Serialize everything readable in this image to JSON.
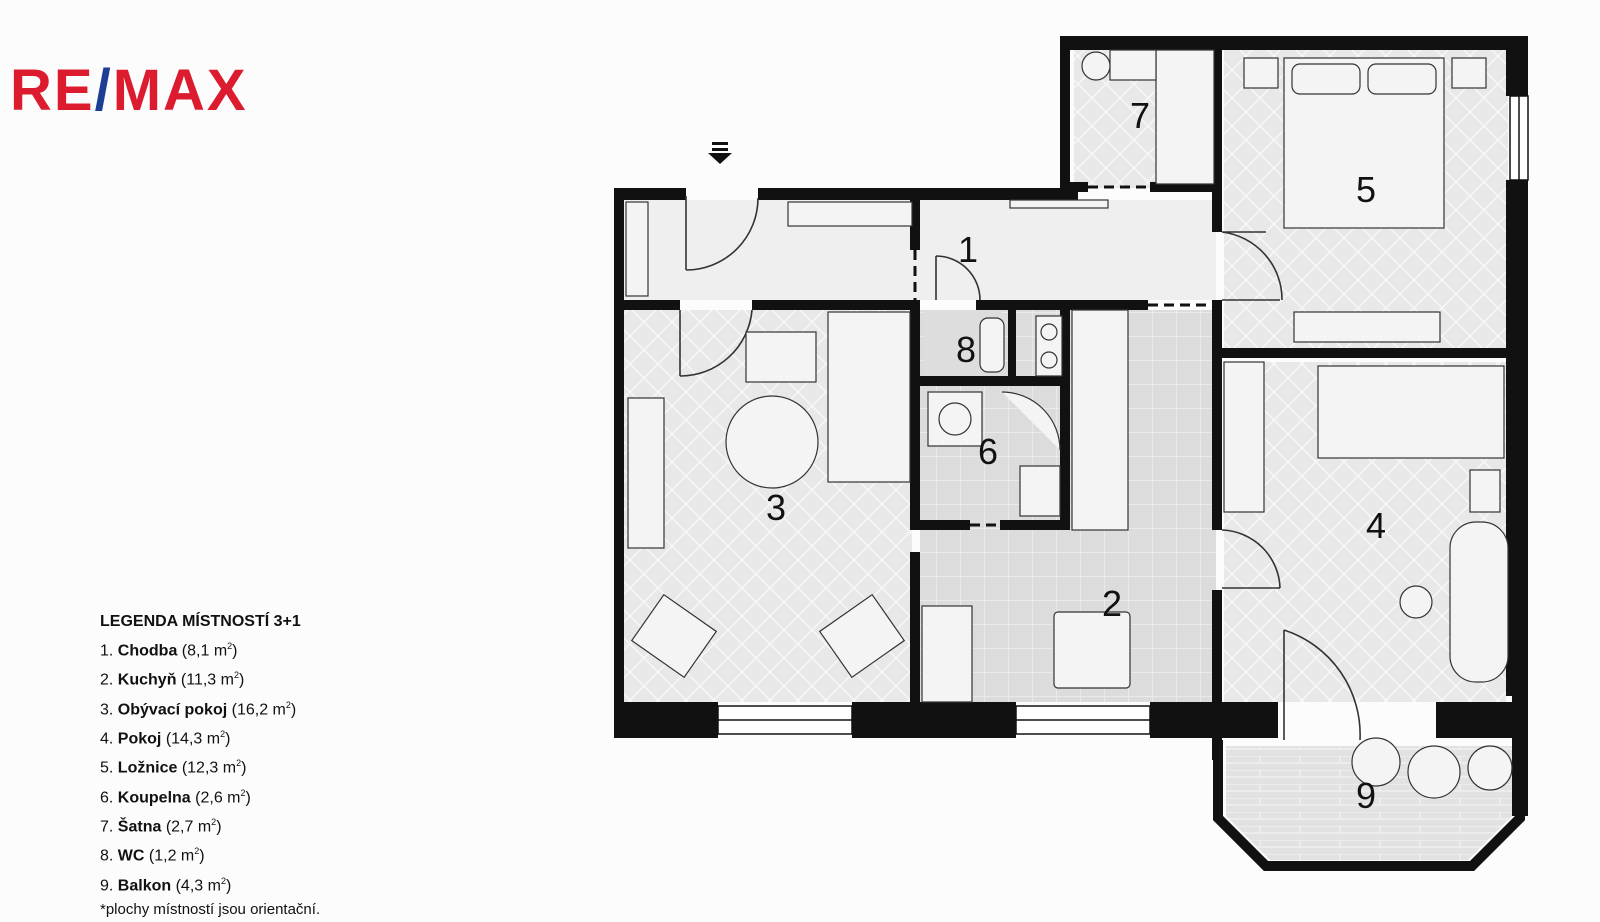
{
  "logo": {
    "left": "RE",
    "slash": "/",
    "right": "MAX"
  },
  "legend": {
    "title": "LEGENDA MÍSTNOSTÍ 3+1",
    "items": [
      {
        "num": "1.",
        "name": "Chodba",
        "area": "(8,1 m",
        "sup": "2",
        "close": ")"
      },
      {
        "num": "2.",
        "name": "Kuchyň",
        "area": "(11,3 m",
        "sup": "2",
        "close": ")"
      },
      {
        "num": "3.",
        "name": "Obývací pokoj",
        "area": "(16,2 m",
        "sup": "2",
        "close": ")"
      },
      {
        "num": "4.",
        "name": "Pokoj",
        "area": "(14,3 m",
        "sup": "2",
        "close": ")"
      },
      {
        "num": "5.",
        "name": "Ložnice",
        "area": "(12,3 m",
        "sup": "2",
        "close": ")"
      },
      {
        "num": "6.",
        "name": "Koupelna",
        "area": "(2,6 m",
        "sup": "2",
        "close": ")"
      },
      {
        "num": "7.",
        "name": "Šatna",
        "area": "(2,7 m",
        "sup": "2",
        "close": ")"
      },
      {
        "num": "8.",
        "name": "WC",
        "area": "(1,2 m",
        "sup": "2",
        "close": ")"
      },
      {
        "num": "9.",
        "name": "Balkon",
        "area": "(4,3 m",
        "sup": "2",
        "close": ")"
      }
    ],
    "note": "*plochy místností jsou orientační."
  },
  "rooms": {
    "r1": "1",
    "r2": "2",
    "r3": "3",
    "r4": "4",
    "r5": "5",
    "r6": "6",
    "r7": "7",
    "r8": "8",
    "r9": "9"
  },
  "colors": {
    "brand_red": "#dc1c2e",
    "brand_blue": "#1c3f94",
    "wall": "#111111",
    "floor": "#e6e6e6",
    "tile": "#dcdcdc"
  }
}
